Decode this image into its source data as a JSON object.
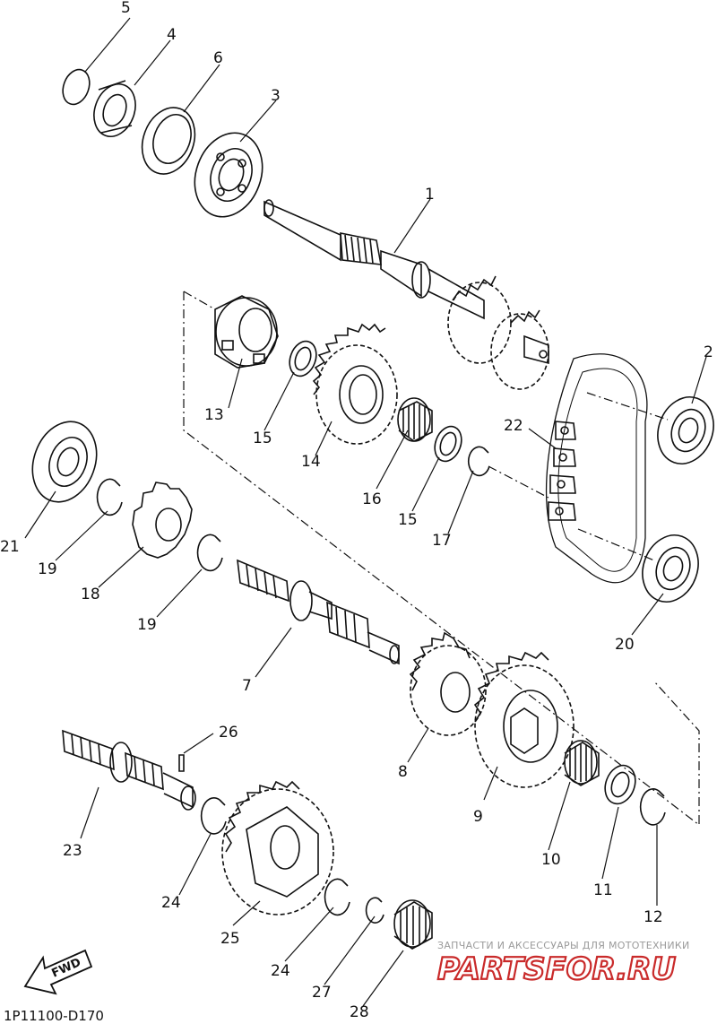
{
  "diagram": {
    "part_labels": [
      "1",
      "2",
      "3",
      "4",
      "5",
      "6",
      "7",
      "8",
      "9",
      "10",
      "11",
      "12",
      "13",
      "14",
      "15",
      "15",
      "16",
      "17",
      "18",
      "19",
      "19",
      "20",
      "21",
      "22",
      "23",
      "24",
      "24",
      "25",
      "26",
      "27",
      "28"
    ],
    "direction_label": "FWD",
    "diagram_code": "1P11100-D170"
  },
  "watermark": {
    "tagline": "ЗАПЧАСТИ И АКСЕССУАРЫ ДЛЯ МОТОТЕХНИКИ",
    "logo_text": "PARTSFOR.RU",
    "logo_color": "#c92a2a"
  },
  "colors": {
    "line": "#111111",
    "background": "#ffffff"
  }
}
